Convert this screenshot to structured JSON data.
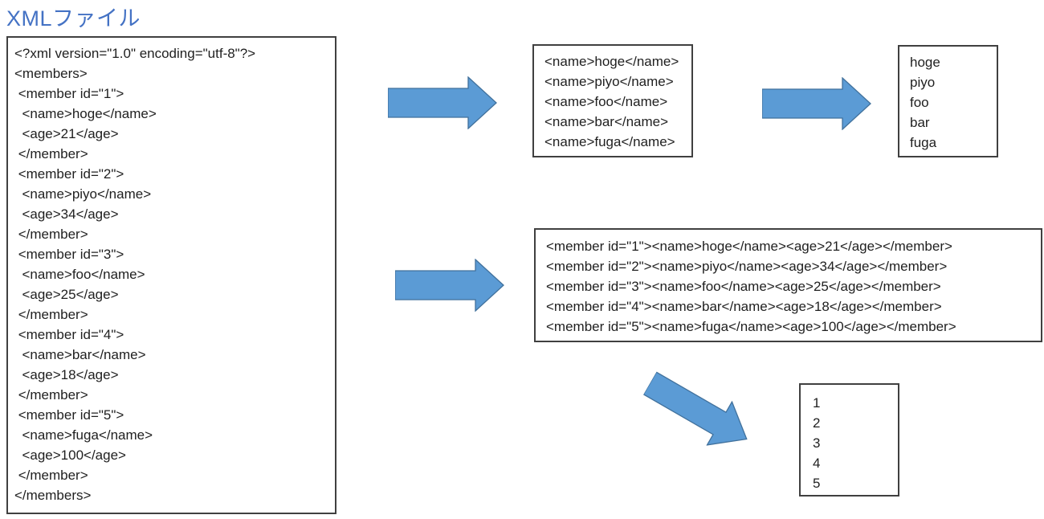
{
  "title": "XMLファイル",
  "colors": {
    "title_text": "#4472C4",
    "arrow_fill": "#5B9BD5",
    "arrow_border": "#41719C",
    "box_border": "#404040",
    "code_text": "#1f1f1f",
    "background": "#FFFFFF"
  },
  "icons": {
    "flow_arrows": [
      "right-arrow",
      "right-arrow",
      "right-arrow",
      "down-right-arrow"
    ]
  },
  "xml_file_box": {
    "lines": [
      "<?xml version=\"1.0\" encoding=\"utf-8\"?>",
      "<members>",
      " <member id=\"1\">",
      "  <name>hoge</name>",
      "  <age>21</age>",
      " </member>",
      " <member id=\"2\">",
      "  <name>piyo</name>",
      "  <age>34</age>",
      " </member>",
      " <member id=\"3\">",
      "  <name>foo</name>",
      "  <age>25</age>",
      " </member>",
      " <member id=\"4\">",
      "  <name>bar</name>",
      "  <age>18</age>",
      " </member>",
      " <member id=\"5\">",
      "  <name>fuga</name>",
      "  <age>100</age>",
      " </member>",
      "</members>"
    ]
  },
  "names_tagged_box": {
    "lines": [
      "<name>hoge</name>",
      "<name>piyo</name>",
      "<name>foo</name>",
      "<name>bar</name>",
      "<name>fuga</name>"
    ]
  },
  "names_box": {
    "lines": [
      "hoge",
      "piyo",
      "foo",
      "bar",
      "fuga"
    ]
  },
  "members_inline_box": {
    "lines": [
      "<member id=\"1\"><name>hoge</name><age>21</age></member>",
      "<member id=\"2\"><name>piyo</name><age>34</age></member>",
      "<member id=\"3\"><name>foo</name><age>25</age></member>",
      "<member id=\"4\"><name>bar</name><age>18</age></member>",
      "<member id=\"5\"><name>fuga</name><age>100</age></member>"
    ]
  },
  "ids_box": {
    "lines": [
      "1",
      "2",
      "3",
      "4",
      "5"
    ]
  }
}
